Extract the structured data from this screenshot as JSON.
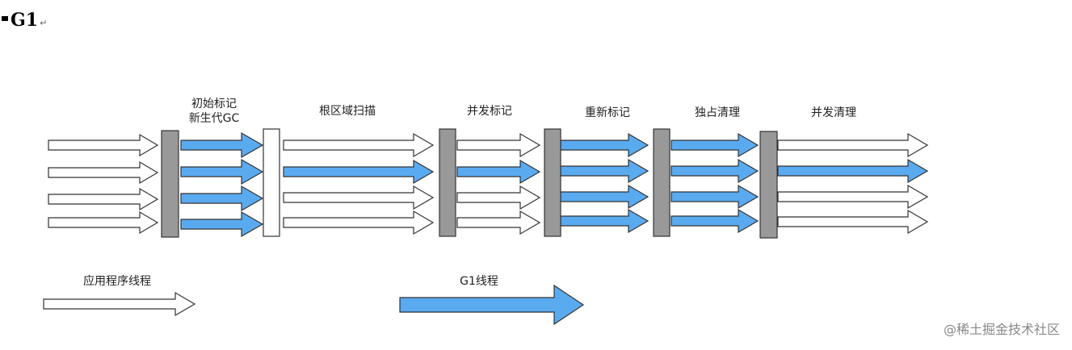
{
  "heading": {
    "title": "G1",
    "mark": "↵"
  },
  "phases": {
    "initial_mark": [
      "初始标记",
      "新生代GC"
    ],
    "root_scan": "根区域扫描",
    "concurrent_mark": "并发标记",
    "remark": "重新标记",
    "exclusive_cleanup": "独占清理",
    "concurrent_cleanup": "并发清理"
  },
  "legend": {
    "app_thread": "应用程序线程",
    "g1_thread": "G1线程"
  },
  "watermark": "@稀土掘金技术社区",
  "colors": {
    "g1": "#5aaaf0",
    "app": "#ffffff",
    "stroke": "#333333",
    "barrier": "#999999"
  }
}
